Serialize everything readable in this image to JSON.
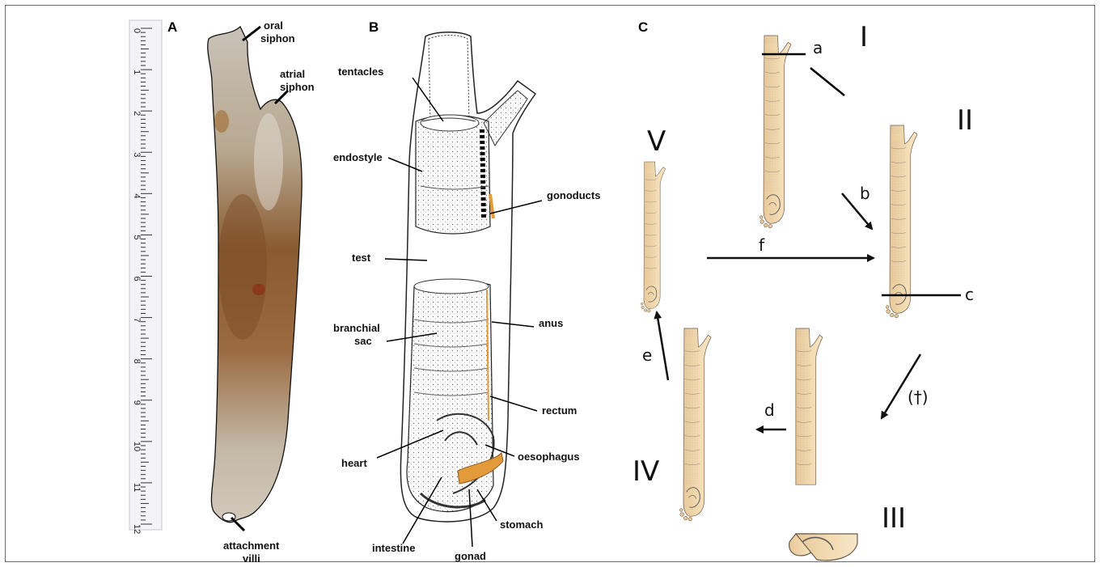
{
  "panels": {
    "a": {
      "letter": "A",
      "ruler_ticks": [
        "0",
        "1",
        "2",
        "3",
        "4",
        "5",
        "6",
        "7",
        "8",
        "9",
        "10",
        "11",
        "12"
      ],
      "labels": {
        "oral_siphon_1": "oral",
        "oral_siphon_2": "siphon",
        "atrial_siphon_1": "atrial",
        "atrial_siphon_2": "siphon",
        "attachment_villi_1": "attachment",
        "attachment_villi_2": "villi"
      }
    },
    "b": {
      "letter": "B",
      "labels": {
        "tentacles": "tentacles",
        "endostyle": "endostyle",
        "gonoducts": "gonoducts",
        "test": "test",
        "anus": "anus",
        "branchial_sac_1": "branchial",
        "branchial_sac_2": "sac",
        "rectum": "rectum",
        "heart": "heart",
        "oesophagus": "oesophagus",
        "stomach": "stomach",
        "intestine": "intestine",
        "gonad": "gonad"
      }
    },
    "c": {
      "letter": "C",
      "stages": {
        "s1": "I",
        "s2": "II",
        "s3": "III",
        "s4": "IV",
        "s5": "V"
      },
      "steps": {
        "a": "a",
        "b": "b",
        "c": "c",
        "d": "d",
        "e": "e",
        "f": "f",
        "dagger": "(†)"
      }
    }
  },
  "colors": {
    "frame": "#6b6b6b",
    "specimen_dark": "#7a5533",
    "specimen_light": "#c9c0b0",
    "animal_fill": "#f2d9b0",
    "animal_stroke": "#7a6a5a",
    "orange_organs": "#e39a3a"
  }
}
